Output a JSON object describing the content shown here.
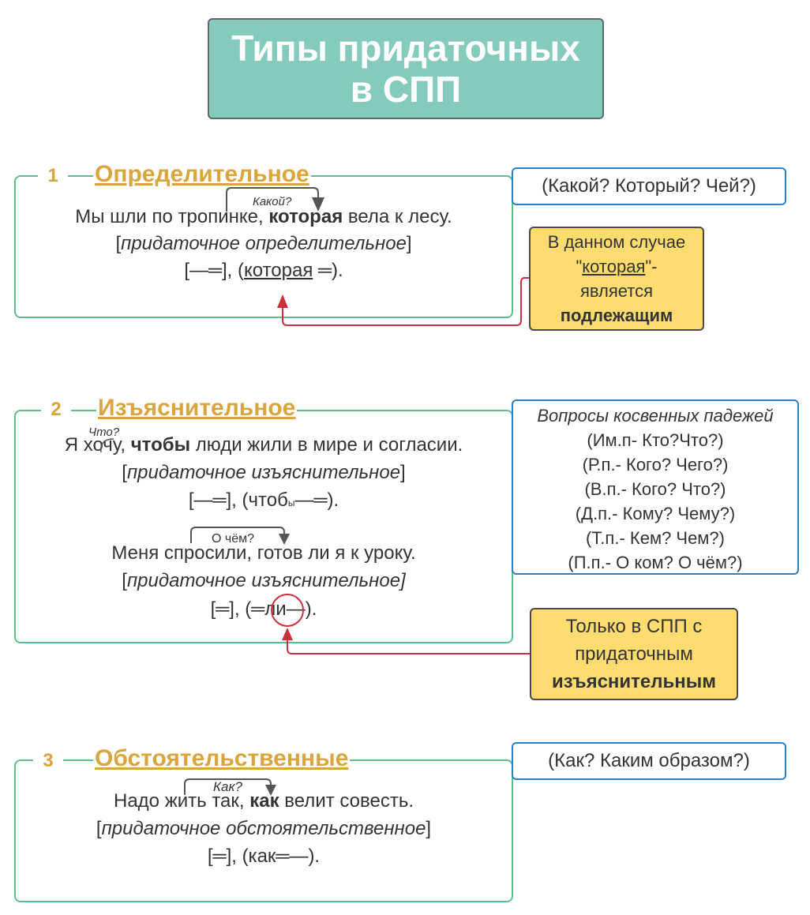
{
  "title": {
    "line1": "Типы придаточных",
    "line2": "в СПП"
  },
  "sections": [
    {
      "number": "1",
      "title": "Определительное",
      "question_label": "Какой?",
      "sentence": {
        "before": "Мы шли по тропинке, ",
        "bold": "которая",
        "after": " вела к лесу."
      },
      "type_label": "придаточное определительное",
      "scheme": {
        "a": "[—═], (",
        "word": "которая",
        "b": " ═)."
      },
      "questions_box": "(Какой? Который? Чей?)",
      "note": {
        "l1": "В данном случае",
        "q_open": "\"",
        "word": "которая",
        "q_close": "\"-",
        "l3": "является",
        "l4": "подлежащим"
      }
    },
    {
      "number": "2",
      "title": "Изъяснительное",
      "example1": {
        "question_label": "Что?",
        "sentence": {
          "before": "Я хочу, ",
          "bold": "чтобы",
          "after": " люди жили в мире и согласии."
        },
        "type_label": "придаточное изъяснительное",
        "scheme": {
          "a": "[—═], (чтоб",
          "small": "ы",
          "b": "—═)."
        }
      },
      "example2": {
        "question_label": "О чём?",
        "sentence": "Меня спросили, готов ли я к уроку.",
        "type_label": "придаточное изъяснительное]",
        "scheme": {
          "a": "[═], (═",
          "word": "ли",
          "b": "—)."
        }
      },
      "questions_box": {
        "heading": "Вопросы косвенных падежей",
        "items": [
          "(Им.п- Кто?Что?)",
          "(Р.п.- Кого? Чего?)",
          "(В.п.- Кого? Что?)",
          "(Д.п.- Кому? Чему?)",
          "(Т.п.- Кем? Чем?)",
          "(П.п.- О ком? О чём?)"
        ]
      },
      "note": {
        "l1": "Только в СПП с",
        "l2": "придаточным",
        "l3": "изъяснительным"
      }
    },
    {
      "number": "3",
      "title": "Обстоятельственные",
      "question_label": "Как?",
      "sentence": {
        "before": "Надо жить так, ",
        "bold": "как",
        "after": " велит совесть."
      },
      "type_label": "придаточное обстоятельственное",
      "scheme": {
        "a": "[═], (как═—)."
      },
      "questions_box": "(Как? Каким образом?)"
    }
  ],
  "colors": {
    "title_bg": "#85cbbd",
    "section_border": "#5dc08a",
    "section_title": "#d9a53c",
    "question_border": "#2e7fc1",
    "note_bg": "#fedc6f",
    "arrow_red": "#c8303c"
  }
}
